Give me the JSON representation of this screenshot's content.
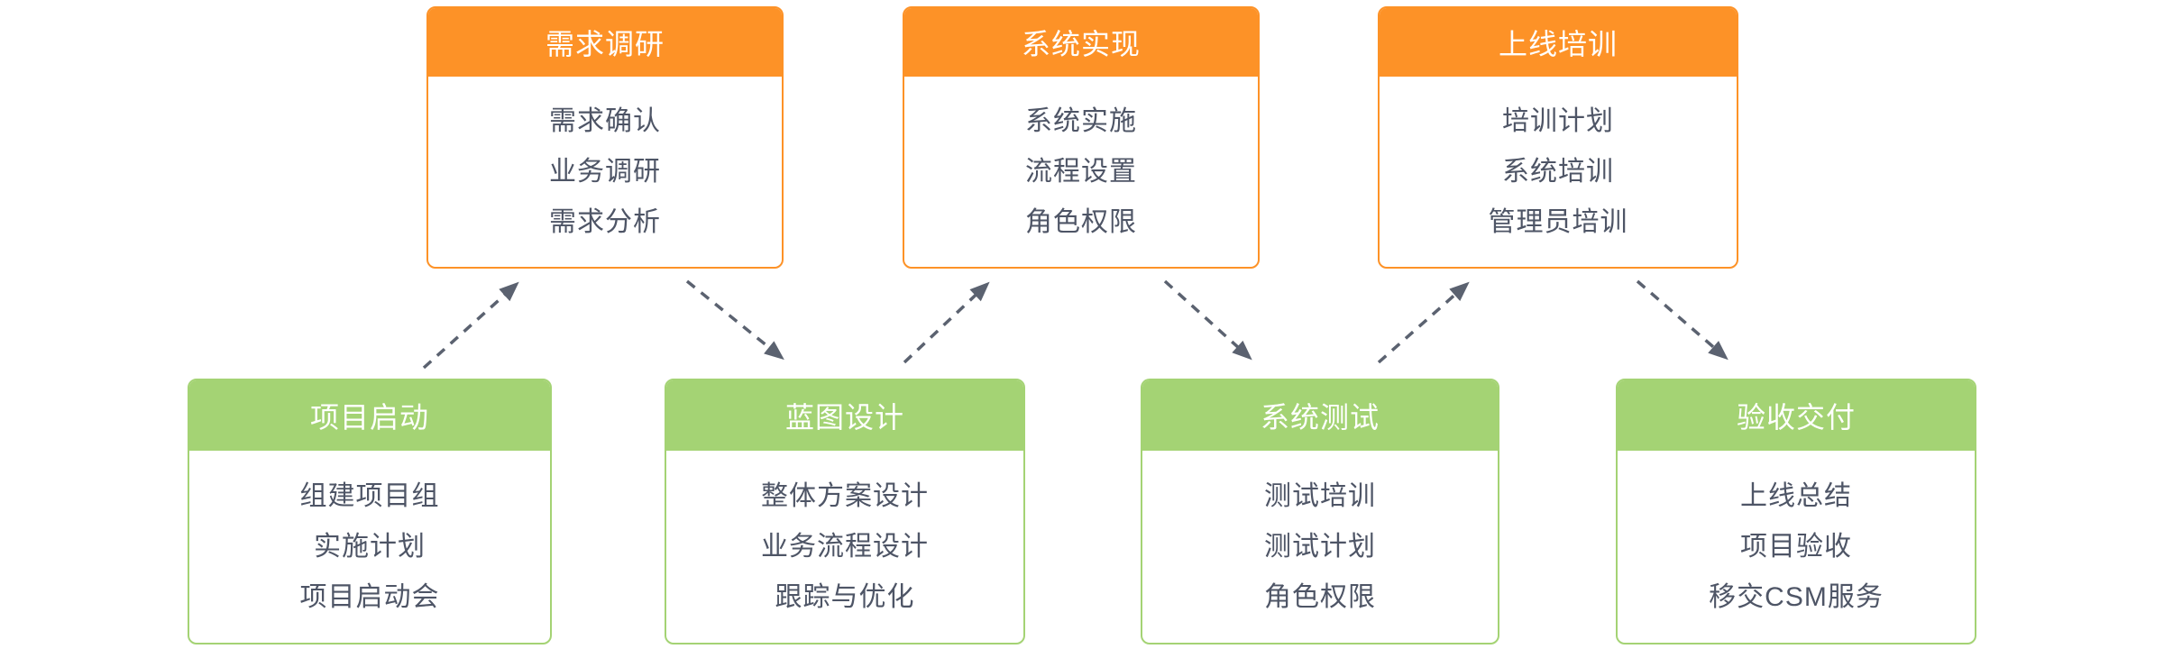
{
  "colors": {
    "top_header_bg": "#FD9227",
    "bottom_header_bg": "#A4D374",
    "header_text": "#FFFFFF",
    "item_text": "#4E5566",
    "arrow": "#5B6270"
  },
  "top_stages": [
    {
      "title": "需求调研",
      "items": [
        "需求确认",
        "业务调研",
        "需求分析"
      ]
    },
    {
      "title": "系统实现",
      "items": [
        "系统实施",
        "流程设置",
        "角色权限"
      ]
    },
    {
      "title": "上线培训",
      "items": [
        "培训计划",
        "系统培训",
        "管理员培训"
      ]
    }
  ],
  "bottom_stages": [
    {
      "title": "项目启动",
      "items": [
        "组建项目组",
        "实施计划",
        "项目启动会"
      ]
    },
    {
      "title": "蓝图设计",
      "items": [
        "整体方案设计",
        "业务流程设计",
        "跟踪与优化"
      ]
    },
    {
      "title": "系统测试",
      "items": [
        "测试培训",
        "测试计划",
        "角色权限"
      ]
    },
    {
      "title": "验收交付",
      "items": [
        "上线总结",
        "项目验收",
        "移交CSM服务"
      ]
    }
  ],
  "arrows": [
    {
      "from": "项目启动",
      "to": "需求调研",
      "direction": "up"
    },
    {
      "from": "需求调研",
      "to": "蓝图设计",
      "direction": "down"
    },
    {
      "from": "蓝图设计",
      "to": "系统实现",
      "direction": "up"
    },
    {
      "from": "系统实现",
      "to": "系统测试",
      "direction": "down"
    },
    {
      "from": "系统测试",
      "to": "上线培训",
      "direction": "up"
    },
    {
      "from": "上线培训",
      "to": "验收交付",
      "direction": "down"
    }
  ],
  "flow_order": [
    "项目启动",
    "需求调研",
    "蓝图设计",
    "系统实现",
    "系统测试",
    "上线培训",
    "验收交付"
  ]
}
